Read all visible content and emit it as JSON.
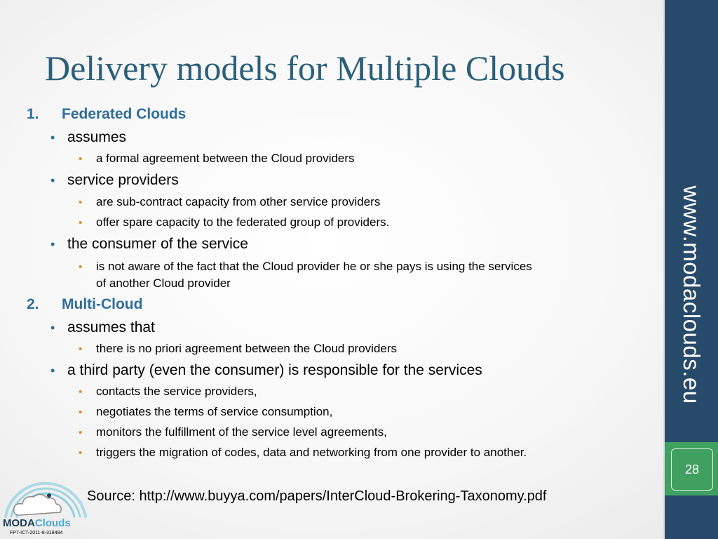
{
  "slide": {
    "title": "Delivery models for Multiple Clouds",
    "page_number": "28",
    "website": "www.modaclouds.eu",
    "source": "Source: http://www.buyya.com/papers/InterCloud-Brokering-Taxonomy.pdf"
  },
  "sections": [
    {
      "number": "1.",
      "heading": "Federated Clouds",
      "points": [
        {
          "text": "assumes",
          "subpoints": [
            "a formal agreement between the Cloud providers"
          ]
        },
        {
          "text": "service providers",
          "subpoints": [
            "are sub-contract capacity from other service providers",
            "offer spare capacity to the federated group of providers."
          ]
        },
        {
          "text": "the consumer of the service",
          "subpoints": [
            "is not aware of the fact that the Cloud provider he or she pays is using the services",
            "of another Cloud provider"
          ]
        }
      ]
    },
    {
      "number": "2.",
      "heading": "Multi-Cloud",
      "points": [
        {
          "text": "assumes that",
          "subpoints": [
            "there is no priori agreement between the Cloud providers"
          ]
        },
        {
          "text": "a third party (even the consumer) is responsible for the services",
          "subpoints": [
            "contacts the service providers,",
            "negotiates the terms of service consumption,",
            "monitors the fulfillment of the service level agreements,",
            "triggers the migration of codes, data and networking from one provider to another."
          ]
        }
      ]
    }
  ],
  "logo": {
    "brand_part1": "MODA",
    "brand_part2": "Clouds",
    "grant": "FP7-ICT-2011-8-318484"
  },
  "colors": {
    "sidebar": "#274a6a",
    "page_box": "#3fa060",
    "title": "#2b5f7a",
    "heading": "#2e6e9a",
    "sub_bullet": "#e8821e"
  }
}
